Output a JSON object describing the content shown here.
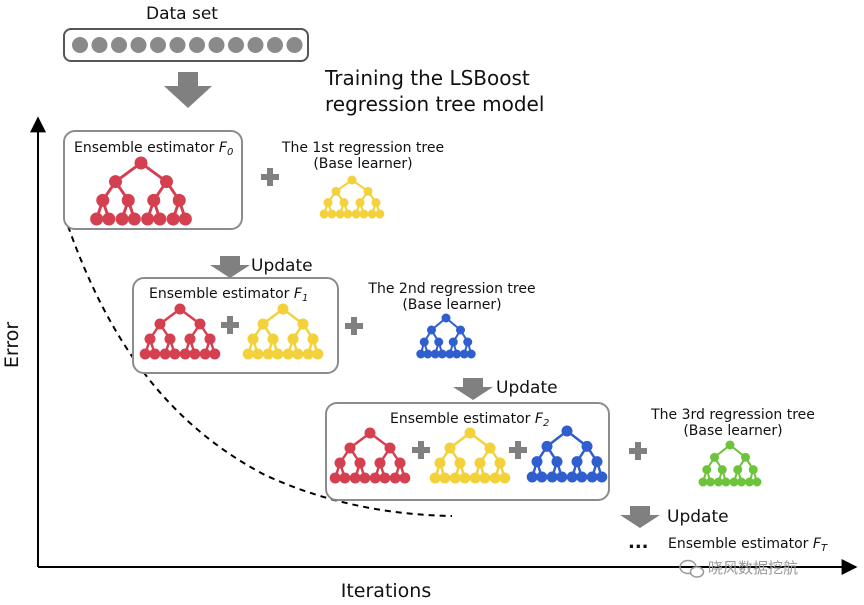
{
  "diagram": {
    "dataset_label": "Data set",
    "dataset_count": 12,
    "training_line1": "Training the LSBoost",
    "training_line2": "regression tree model",
    "axis_y_label": "Error",
    "axis_x_label": "Iterations",
    "update_label": "Update",
    "ellipsis": "...",
    "watermark": "晓风数据挖航",
    "colors": {
      "red": "#d4404f",
      "yellow": "#f2d13a",
      "blue": "#2f5fcf",
      "green": "#6cc43b",
      "arrow_gray": "#808080",
      "box_border": "#8c8c8c",
      "dataset_dot": "#8a8a8a"
    },
    "stages": [
      {
        "estimator_label": "Ensemble estimator ",
        "estimator_sub": "F",
        "estimator_index": "0",
        "learner_title": "The 1st regression tree",
        "learner_subtitle": "(Base learner)"
      },
      {
        "estimator_label": "Ensemble estimator ",
        "estimator_sub": "F",
        "estimator_index": "1",
        "learner_title": "The 2nd regression tree",
        "learner_subtitle": "(Base learner)"
      },
      {
        "estimator_label": "Ensemble estimator ",
        "estimator_sub": "F",
        "estimator_index": "2",
        "learner_title": "The 3rd regression tree",
        "learner_subtitle": "(Base learner)"
      }
    ],
    "final_estimator_label": "Ensemble estimator ",
    "final_estimator_sub": "F",
    "final_estimator_index": "T"
  }
}
